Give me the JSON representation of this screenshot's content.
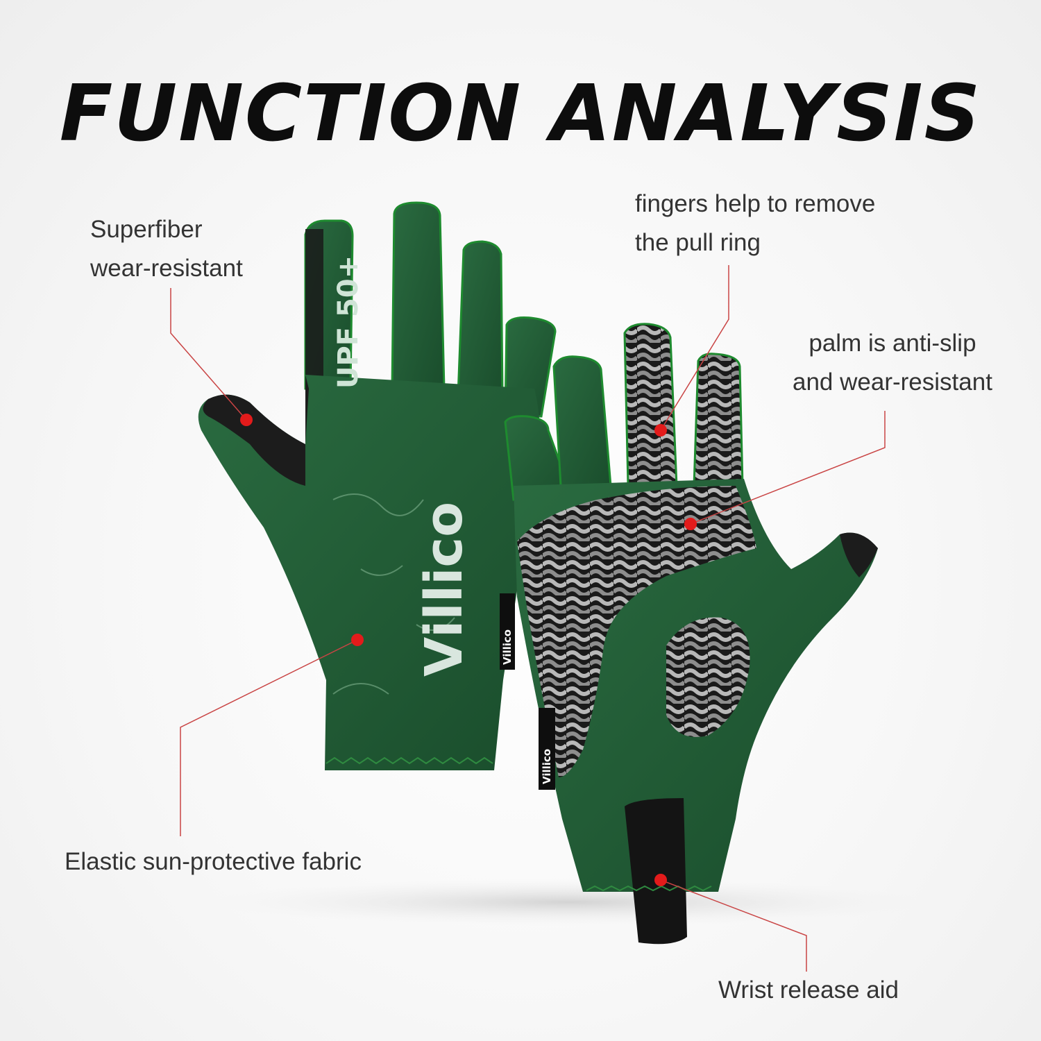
{
  "title": "FUNCTION ANALYSIS",
  "callouts": {
    "superfiber": [
      "Superfiber",
      "wear-resistant"
    ],
    "fingers": [
      "fingers help to remove",
      "the pull ring"
    ],
    "palm": [
      "palm is anti-slip",
      "and wear-resistant"
    ],
    "fabric": "Elastic sun-protective fabric",
    "wrist": "Wrist release aid"
  },
  "glove_marks": {
    "upf": "UPF 50+",
    "brand": "Villico",
    "tag_brand": "Villico"
  },
  "colors": {
    "glove_green": "#1f5a34",
    "trim_green": "#1e8b2f",
    "pointer_red": "#e31b1b",
    "leader_line": "#c94444"
  }
}
